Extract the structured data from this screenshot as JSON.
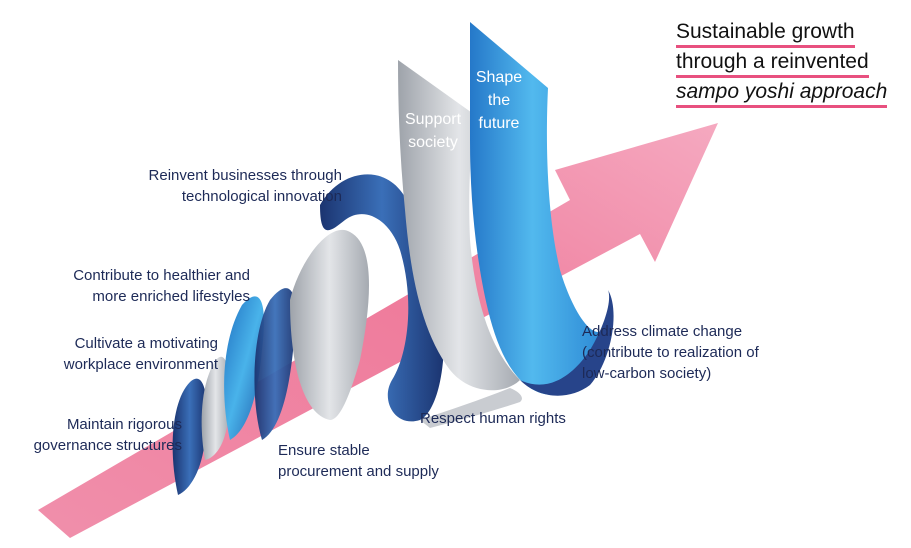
{
  "headline": {
    "line1": "Sustainable growth",
    "line2": "through a reinvented",
    "line3": "sampo yoshi approach"
  },
  "ribbons": {
    "support_society": [
      "Support",
      "society"
    ],
    "shape_future": [
      "Shape",
      "the",
      "future"
    ]
  },
  "labels": {
    "reinvent_businesses": [
      "Reinvent businesses through",
      "technological innovation"
    ],
    "healthier_lifestyles": [
      "Contribute to healthier and",
      "more enriched lifestyles"
    ],
    "motivating_workplace": [
      "Cultivate a motivating",
      "workplace environment"
    ],
    "governance": [
      "Maintain rigorous",
      "governance structures"
    ],
    "procurement": [
      "Ensure stable",
      "procurement and supply"
    ],
    "human_rights": [
      "Respect human rights"
    ],
    "climate_change": [
      "Address climate change",
      "(contribute to realization of",
      "low-carbon society)"
    ]
  },
  "colors": {
    "arrow": "#ee7e9e",
    "headline_underline": "#e8507f",
    "ribbon_blue": "#2f8fd6",
    "ribbon_navy": "#233a7a",
    "ribbon_gray": "#b8bcc2",
    "label_text": "#1d2a57"
  }
}
